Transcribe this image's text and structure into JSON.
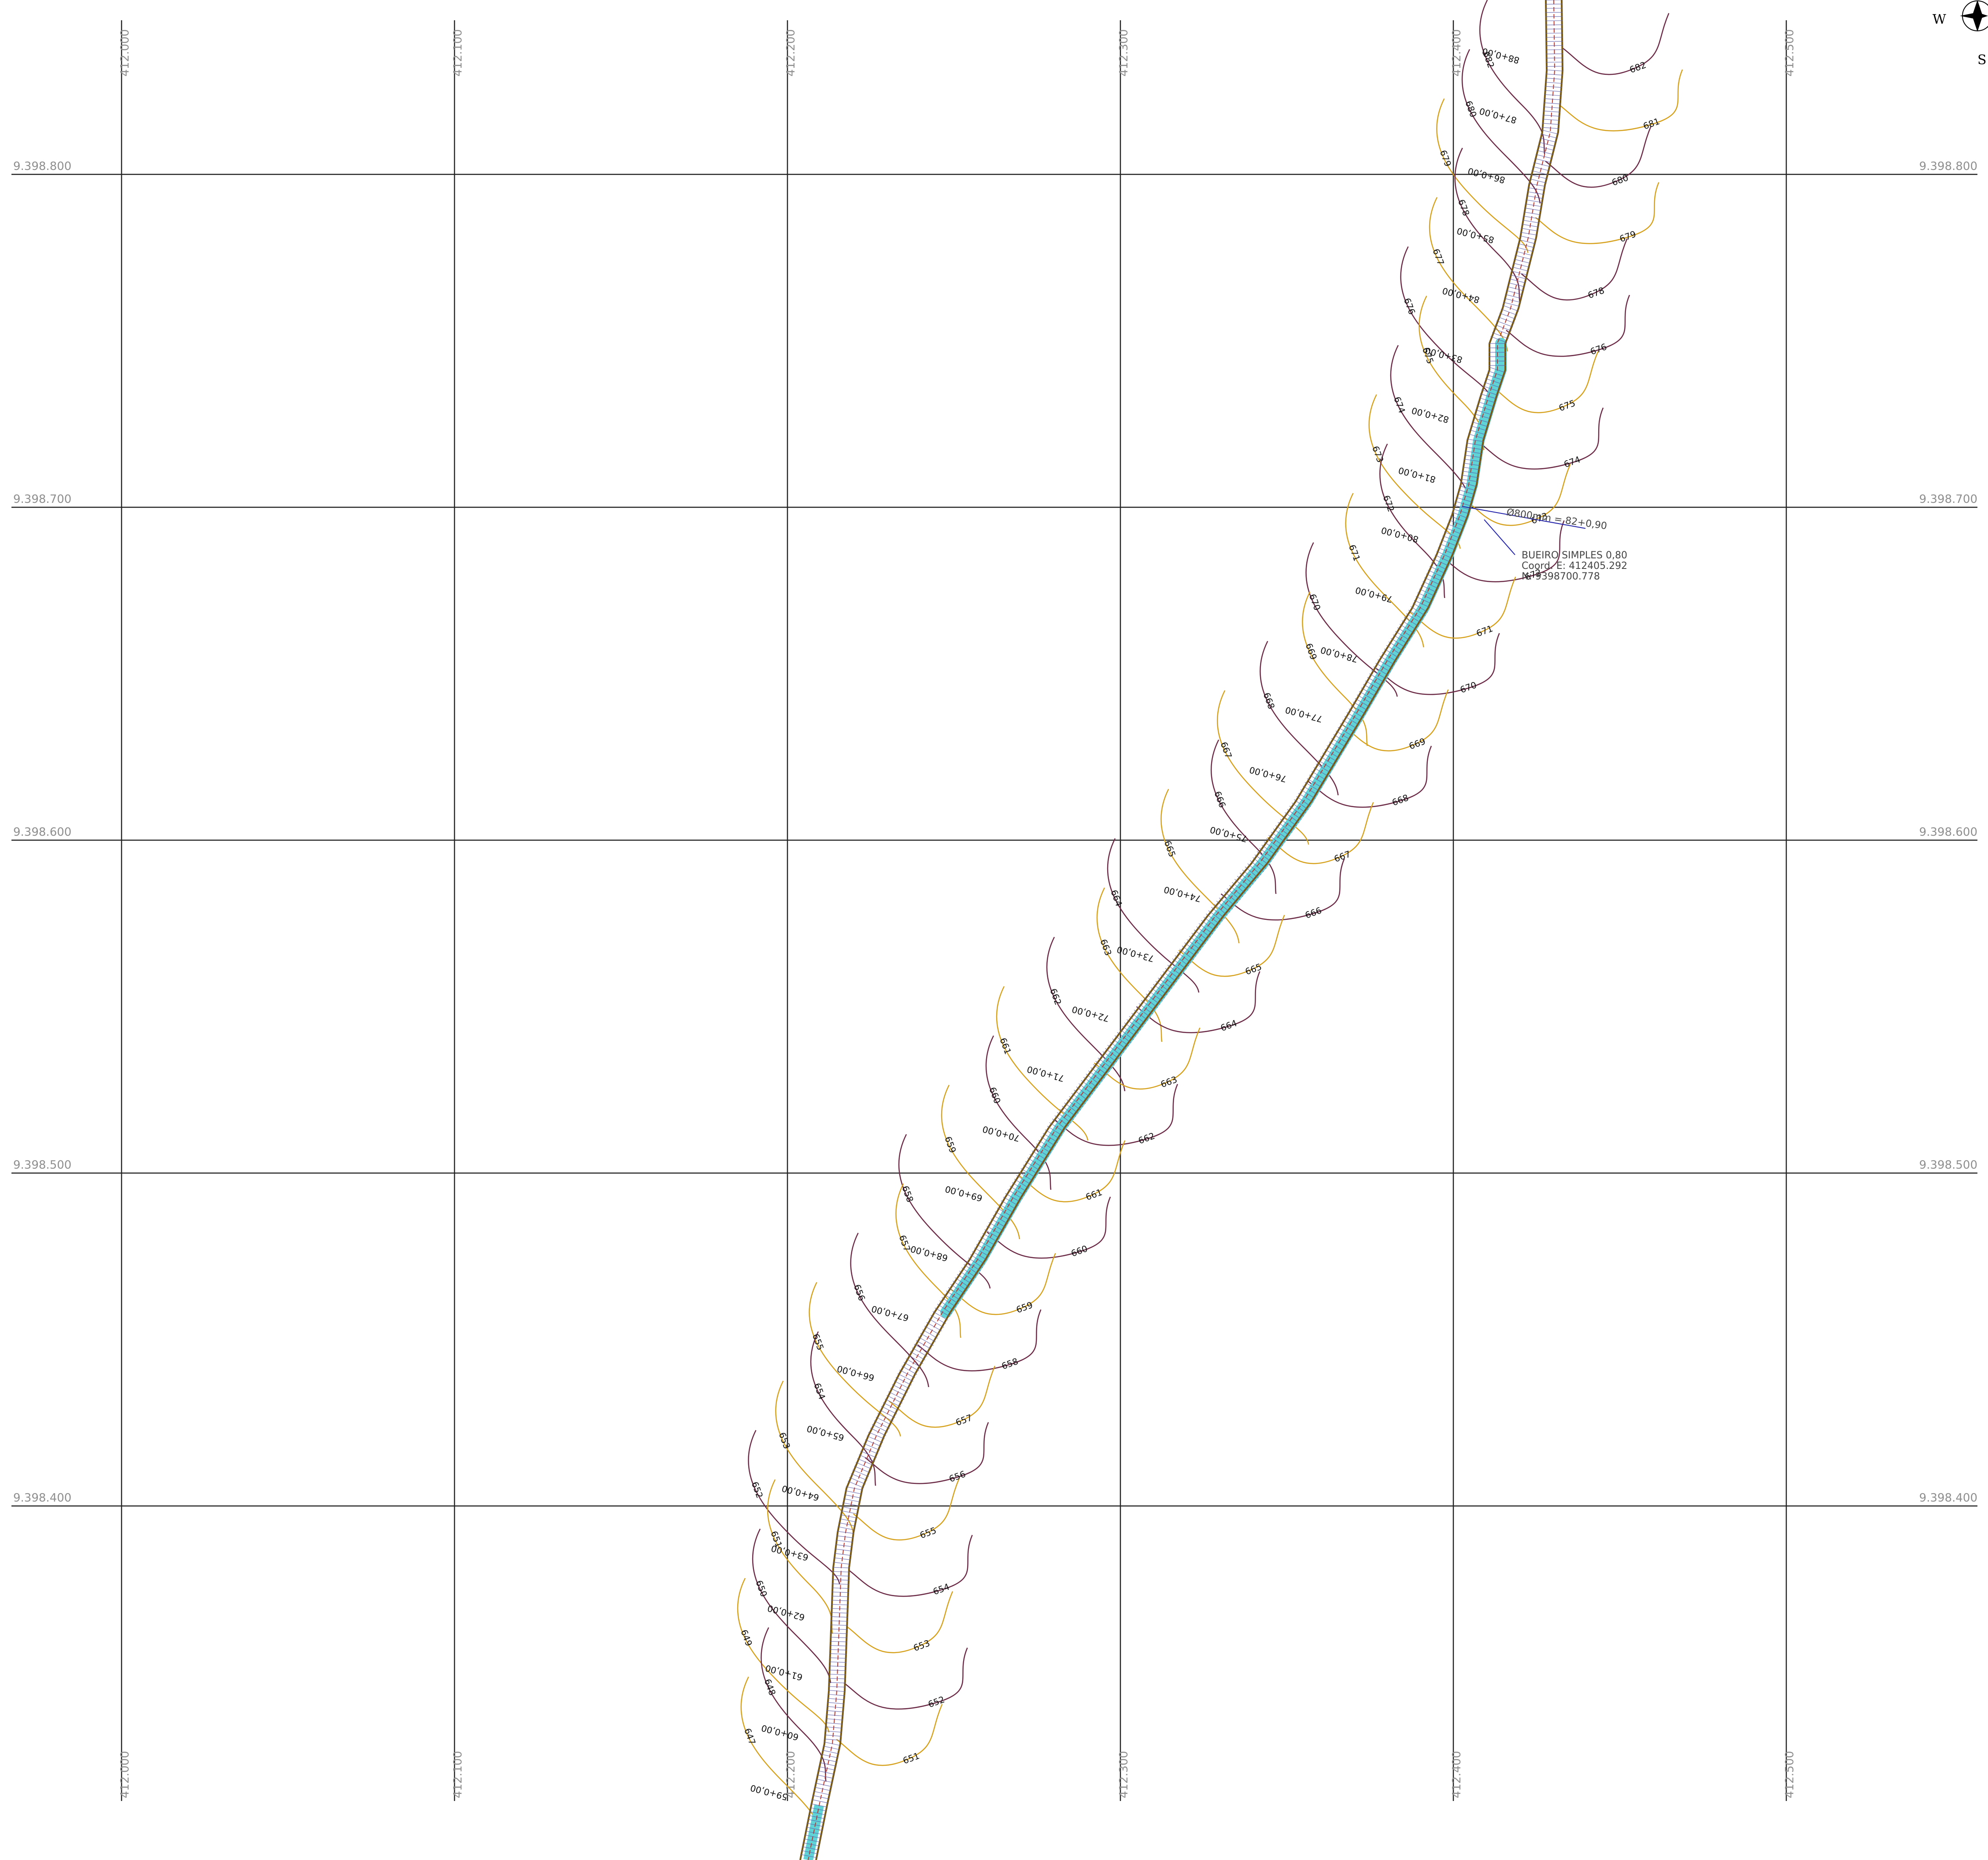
{
  "grid": {
    "easting_labels": [
      "412.000",
      "412.100",
      "412.200",
      "412.300",
      "412.400",
      "412.500"
    ],
    "northing_labels": [
      "9.398.800",
      "9.398.700",
      "9.398.600",
      "9.398.500",
      "9.398.400"
    ]
  },
  "compass": {
    "west": "W",
    "south": "S"
  },
  "culvert": {
    "lines": [
      "BUEIRO SIMPLES 0,80",
      "Coord. E: 412405.292",
      "N: 9398700.778"
    ],
    "diameter_label": "Ø800mm = 82+0,90"
  },
  "stations": [
    "88+0,00",
    "87+0,00",
    "86+0,00",
    "85+0,00",
    "84+0,00",
    "83+0,00",
    "82+0,00",
    "81+0,00",
    "80+0,00",
    "79+0,00",
    "78+0,00",
    "77+0,00",
    "76+0,00",
    "75+0,00",
    "74+0,00",
    "73+0,00",
    "72+0,00",
    "71+0,00",
    "70+0,00",
    "69+0,00",
    "68+0,00",
    "67+0,00",
    "66+0,00",
    "65+0,00",
    "64+0,00",
    "63+0,00",
    "62+0,00",
    "61+0,00",
    "60+0,00",
    "59+0,00"
  ],
  "contours_left": [
    "682",
    "680",
    "679",
    "678",
    "677",
    "676",
    "675",
    "674",
    "673",
    "672",
    "671",
    "670",
    "669",
    "668",
    "667",
    "666",
    "665",
    "664",
    "663",
    "662",
    "661",
    "660",
    "659",
    "658",
    "657",
    "656",
    "655",
    "654",
    "653",
    "652",
    "651",
    "650",
    "649",
    "648",
    "647"
  ],
  "contours_right": [
    "682",
    "681",
    "680",
    "679",
    "678",
    "676",
    "675",
    "674",
    "673",
    "672",
    "671",
    "670",
    "669",
    "668",
    "667",
    "666",
    "665",
    "664",
    "663",
    "662",
    "661",
    "660",
    "659",
    "658",
    "657",
    "656",
    "655",
    "654",
    "653",
    "652",
    "651"
  ],
  "colors": {
    "grid": "#222222",
    "contour_even": "#6b2a45",
    "contour_odd": "#d6a11c",
    "road": "#7a5a12",
    "hatch": "#5a5aa8",
    "water": "#5fd3d6"
  }
}
